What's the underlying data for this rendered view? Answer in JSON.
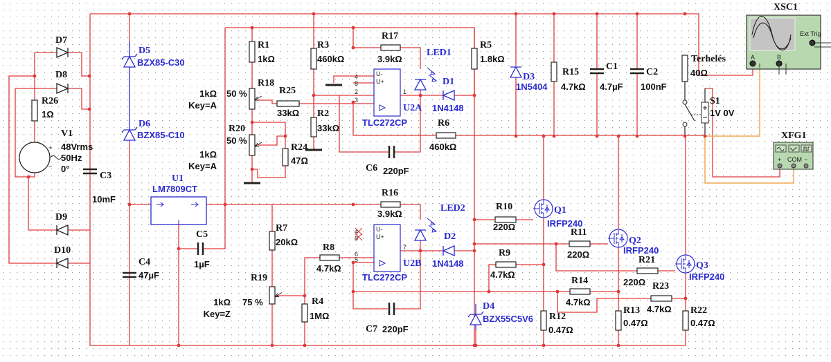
{
  "colors": {
    "wire": "#e03a3a",
    "wire_black": "#222222",
    "component_blue": "#2a2ad0",
    "probe_wire": "#f0a850",
    "instrument_green": "#b8d8b0",
    "screen": "#c4c4c4",
    "grid_dot": "#9a9a9a"
  },
  "components": {
    "D7": {
      "ref": "D7"
    },
    "D8": {
      "ref": "D8"
    },
    "D9": {
      "ref": "D9"
    },
    "D10": {
      "ref": "D10"
    },
    "R26": {
      "ref": "R26",
      "value": "1Ω"
    },
    "V1": {
      "ref": "V1",
      "amplitude": "48Vrms",
      "frequency": "50Hz",
      "phase": "0°"
    },
    "C3": {
      "ref": "C3",
      "value": "10mF"
    },
    "D5": {
      "ref": "D5",
      "value": "BZX85-C30"
    },
    "D6": {
      "ref": "D6",
      "value": "BZX85-C10"
    },
    "R18": {
      "ref": "R18",
      "value": "1kΩ",
      "key": "Key=A",
      "setting": "50 %"
    },
    "R20": {
      "ref": "R20",
      "value": "1kΩ",
      "key": "Key=A",
      "setting": "50 %"
    },
    "U1": {
      "ref": "U1",
      "value": "LM7809CT"
    },
    "C5": {
      "ref": "C5",
      "value": "1µF"
    },
    "C4": {
      "ref": "C4",
      "value": "47µF"
    },
    "R1": {
      "ref": "R1",
      "value": "1kΩ"
    },
    "R25": {
      "ref": "R25",
      "value": "33kΩ"
    },
    "R3": {
      "ref": "R3",
      "value": "460kΩ"
    },
    "R2": {
      "ref": "R2",
      "value": "33kΩ"
    },
    "R24": {
      "ref": "R24",
      "value": "47Ω"
    },
    "R17": {
      "ref": "R17",
      "value": "3.9kΩ"
    },
    "LED1": {
      "ref": "LED1"
    },
    "D1": {
      "ref": "D1",
      "value": "1N4148"
    },
    "U2A": {
      "ref": "U2A",
      "value": "TLC272CP",
      "pins": [
        "4",
        "8",
        "2",
        "3",
        "1"
      ],
      "pin_labels": [
        "U-",
        "U+"
      ]
    },
    "R5": {
      "ref": "R5",
      "value": "1.8kΩ"
    },
    "R6": {
      "ref": "R6",
      "value": "460kΩ"
    },
    "C6": {
      "ref": "C6",
      "value": "220pF"
    },
    "R16": {
      "ref": "R16",
      "value": "3.9kΩ"
    },
    "LED2": {
      "ref": "LED2"
    },
    "D2": {
      "ref": "D2",
      "value": "1N4148"
    },
    "U2B": {
      "ref": "U2B",
      "value": "TLC272CP",
      "pins": [
        "4",
        "8",
        "6",
        "5",
        "7"
      ],
      "pin_labels": [
        "U-",
        "U+"
      ]
    },
    "C7": {
      "ref": "C7",
      "value": "220pF"
    },
    "R7": {
      "ref": "R7",
      "value": "20kΩ"
    },
    "R8": {
      "ref": "R8",
      "value": "4.7kΩ"
    },
    "R19": {
      "ref": "R19",
      "value": "1kΩ",
      "key": "Key=Z",
      "setting": "75 %"
    },
    "R4": {
      "ref": "R4",
      "value": "1MΩ"
    },
    "R10": {
      "ref": "R10",
      "value": "220Ω"
    },
    "Q1": {
      "ref": "Q1",
      "value": "IRFP240"
    },
    "R9": {
      "ref": "R9",
      "value": "4.7kΩ"
    },
    "R11": {
      "ref": "R11",
      "value": "220Ω"
    },
    "Q2": {
      "ref": "Q2",
      "value": "IRFP240"
    },
    "R14": {
      "ref": "R14",
      "value": "4.7kΩ"
    },
    "R21": {
      "ref": "R21",
      "value": "220Ω"
    },
    "R23": {
      "ref": "R23",
      "value": "4.7kΩ"
    },
    "Q3": {
      "ref": "Q3",
      "value": "IRFP240"
    },
    "D4": {
      "ref": "D4",
      "value": "BZX55C5V6"
    },
    "R12": {
      "ref": "R12",
      "value": "0.47Ω"
    },
    "R13": {
      "ref": "R13",
      "value": "0.47Ω"
    },
    "R22": {
      "ref": "R22",
      "value": "0.47Ω"
    },
    "D3": {
      "ref": "D3",
      "value": "1N5404"
    },
    "R15": {
      "ref": "R15",
      "value": "4.7kΩ"
    },
    "C1": {
      "ref": "C1",
      "value": "4.7µF"
    },
    "C2": {
      "ref": "C2",
      "value": "100nF"
    },
    "Load": {
      "ref": "Terhelés",
      "value": "40Ω"
    },
    "S1": {
      "ref": "S1",
      "value": "1V 0V"
    }
  },
  "instruments": {
    "XSC1": {
      "ref": "XSC1",
      "ext_trig": "Ext Trig",
      "channel_a": "A",
      "channel_b": "B"
    },
    "XFG1": {
      "ref": "XFG1",
      "plus": "+",
      "com": "COM",
      "minus": "−"
    }
  }
}
